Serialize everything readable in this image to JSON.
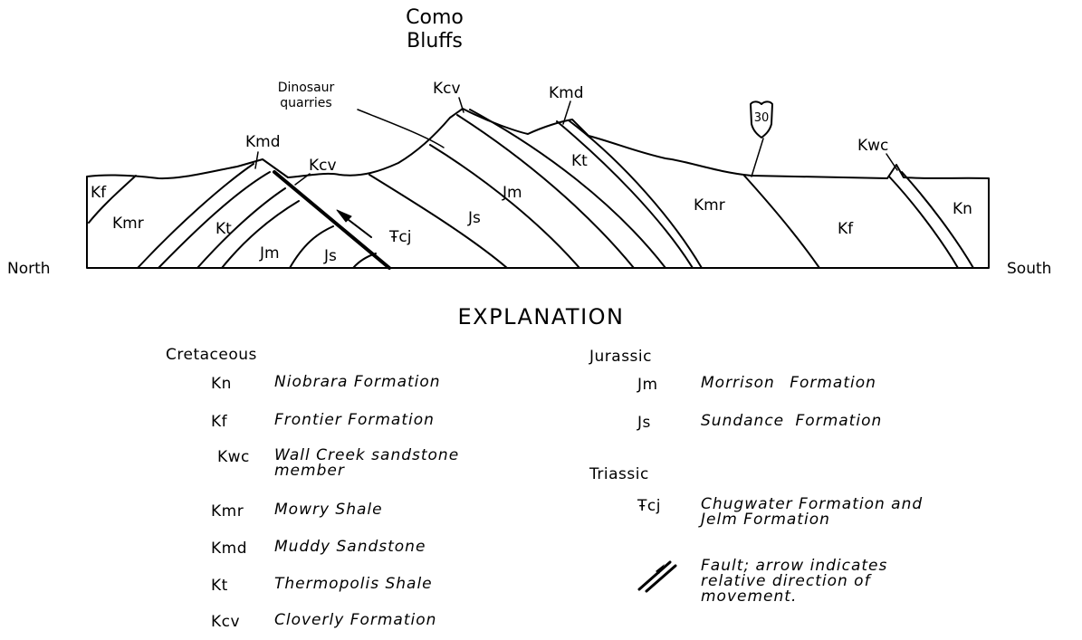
{
  "section": {
    "place_title": [
      "Como",
      "Bluffs"
    ],
    "quarries": [
      "Dinosaur",
      "quarries"
    ],
    "route_shield": "30",
    "north": "North",
    "south": "South",
    "unit_labels": {
      "kf_n": "Kf",
      "kmr_n": "Kmr",
      "kt_n": "Kt",
      "kmd_n": "Kmd",
      "kcv_n": "Kcv",
      "jm_n": "Jm",
      "js_n": "Js",
      "trcj": "Ŧcj",
      "js_c": "Js",
      "jm_c": "Jm",
      "kcv_c": "Kcv",
      "kt_s": "Kt",
      "kmd_s": "Kmd",
      "kmr_s": "Kmr",
      "kf_s": "Kf",
      "kwc": "Kwc",
      "kn": "Kn"
    }
  },
  "explanation": {
    "title": "EXPLANATION",
    "cretaceous": {
      "heading": "Cretaceous",
      "items": [
        {
          "code": "Kn",
          "desc": "Niobrara Formation"
        },
        {
          "code": "Kf",
          "desc": "Frontier Formation"
        },
        {
          "code": "Kwc",
          "desc": [
            "Wall Creek sandstone",
            "member"
          ]
        },
        {
          "code": "Kmr",
          "desc": "Mowry Shale"
        },
        {
          "code": "Kmd",
          "desc": "Muddy Sandstone"
        },
        {
          "code": "Kt",
          "desc": "Thermopolis Shale"
        },
        {
          "code": "Kcv",
          "desc": "Cloverly Formation"
        }
      ]
    },
    "jurassic": {
      "heading": "Jurassic",
      "items": [
        {
          "code": "Jm",
          "desc": "Morrison Formation"
        },
        {
          "code": "Js",
          "desc": "Sundance Formation"
        }
      ]
    },
    "triassic": {
      "heading": "Triassic",
      "items": [
        {
          "code": "Ŧcj",
          "desc": [
            "Chugwater Formation and",
            "Jelm Formation"
          ]
        }
      ]
    },
    "fault": {
      "icon": "fault-arrow-icon",
      "desc": [
        "Fault; arrow indicates",
        "relative direction of",
        "movement."
      ]
    }
  }
}
